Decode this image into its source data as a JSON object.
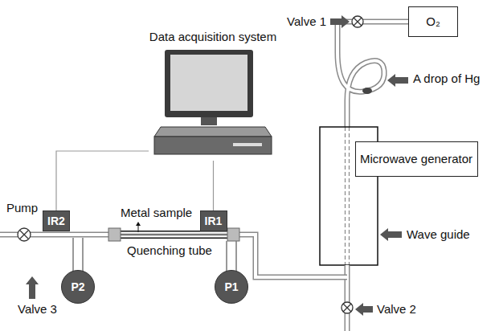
{
  "diagram": {
    "nodes": [
      {
        "text": [
          "Data acquisition system"
        ]
      },
      {
        "text": [
          "O₂"
        ]
      },
      {
        "text": [
          "Microwave generator"
        ]
      },
      {
        "text": [
          "IR2"
        ]
      },
      {
        "text": [
          "IR1"
        ]
      },
      {
        "text": [
          "P2"
        ]
      },
      {
        "text": [
          "P1"
        ]
      }
    ],
    "edges": [
      {
        "from": 0,
        "to": 3,
        "arrow": "none"
      },
      {
        "from": 0,
        "to": 4,
        "arrow": "none"
      }
    ],
    "labels": [
      "Valve 1",
      "A drop of Hg",
      "Wave guide",
      "Pump",
      "Metal sample",
      "Quenching tube",
      "Valve 3",
      "Valve 2"
    ]
  }
}
